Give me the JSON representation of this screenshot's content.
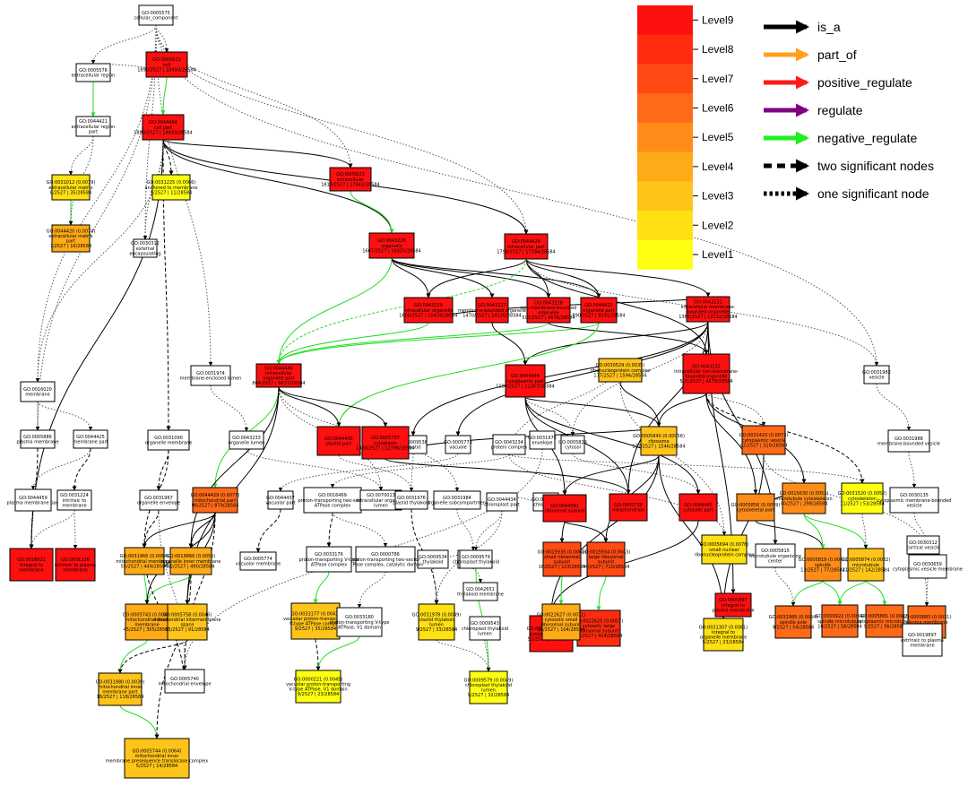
{
  "levels": {
    "labels": [
      "Level9",
      "Level8",
      "Level7",
      "Level6",
      "Level5",
      "Level4",
      "Level3",
      "Level2",
      "Level1"
    ],
    "colors": [
      "#ff1010",
      "#ff2c10",
      "#ff4a14",
      "#ff6a18",
      "#ff8c18",
      "#ffab18",
      "#ffc41a",
      "#ffe012",
      "#ffff12"
    ]
  },
  "edge_legend": [
    {
      "label": "is_a",
      "color": "#000000",
      "style": "solid"
    },
    {
      "label": "part_of",
      "color": "#ffa020",
      "style": "solid"
    },
    {
      "label": "positive_regulate",
      "color": "#ff1a1a",
      "style": "solid"
    },
    {
      "label": "regulate",
      "color": "#800080",
      "style": "solid"
    },
    {
      "label": "negative_regulate",
      "color": "#22ee22",
      "style": "solid"
    },
    {
      "label": "two significant nodes",
      "color": "#000000",
      "style": "dashed"
    },
    {
      "label": "one significant node",
      "color": "#000000",
      "style": "dotted"
    }
  ],
  "nodes": [
    {
      "id": "root",
      "lines": [
        "GO:0005575",
        "cellular_component"
      ],
      "level": 0
    },
    {
      "id": "n1",
      "lines": [
        "GO:0005576",
        "extracellular region"
      ],
      "level": 0
    },
    {
      "id": "n2",
      "lines": [
        "GO:0044421",
        "extracellular region",
        "part"
      ],
      "level": 0
    },
    {
      "id": "n3",
      "lines": [
        "GO:0031012 (0.0079)",
        "extracellular matrix",
        "8/2527 | 35/28584"
      ],
      "level": 2
    },
    {
      "id": "n4",
      "lines": [
        "GO:0044420 (0.0074)",
        "extracellular matrix",
        "part",
        "7/2527 | 16/28584"
      ],
      "level": 4
    },
    {
      "id": "c1",
      "lines": [
        "GO:0005623",
        "cell",
        "1890/2527 | 18493/28584"
      ],
      "level": 9
    },
    {
      "id": "c2",
      "lines": [
        "GO:0044464",
        "cell part",
        "1890/2527 | 18493/28584"
      ],
      "level": 9
    },
    {
      "id": "n7",
      "lines": [
        "GO:0031225 (0.0066)",
        "anchored to membrane",
        "5/2527 | 11/28584"
      ],
      "level": 1
    },
    {
      "id": "n8",
      "lines": [
        "GO:0030312",
        "external",
        "encapsulating"
      ],
      "level": 0
    },
    {
      "id": "n9",
      "lines": [
        "GO:0016020",
        "membrane"
      ],
      "level": 0
    },
    {
      "id": "n10",
      "lines": [
        "GO:0031974",
        "membrane-enclosed lumen"
      ],
      "level": 0
    },
    {
      "id": "n11",
      "lines": [
        "GO:0005886",
        "plasma membrane"
      ],
      "level": 0
    },
    {
      "id": "n12",
      "lines": [
        "GO:0044425",
        "membrane part"
      ],
      "level": 0
    },
    {
      "id": "n13",
      "lines": [
        "GO:0031090",
        "organelle membrane"
      ],
      "level": 0
    },
    {
      "id": "n14",
      "lines": [
        "GO:0043233",
        "organelle lumen"
      ],
      "level": 0
    },
    {
      "id": "n15",
      "lines": [
        "GO:0044459",
        "plasma membrane part"
      ],
      "level": 0
    },
    {
      "id": "n16",
      "lines": [
        "GO:0031224",
        "intrinsic to",
        "membrane"
      ],
      "level": 0
    },
    {
      "id": "n17",
      "lines": [
        "GO:0031967",
        "organelle envelope"
      ],
      "level": 0
    },
    {
      "id": "n18",
      "lines": [
        "GO:0005622",
        "intracellular",
        "1813/2527 | 17443/28584"
      ],
      "level": 9
    },
    {
      "id": "n19",
      "lines": [
        "GO:0043226",
        "organelle",
        "1667/2527 | 16025/28584"
      ],
      "level": 9
    },
    {
      "id": "n20",
      "lines": [
        "GO:0044424",
        "intracellular part",
        "1799/2527 | 17294/28584"
      ],
      "level": 9
    },
    {
      "id": "n21",
      "lines": [
        "GO:0043229",
        "intracellular organelle",
        "1600/2527 | 15434/28584"
      ],
      "level": 9
    },
    {
      "id": "n22",
      "lines": [
        "GO:0043227",
        "membrane-bounded organelle",
        "1470/2527 | 14126/28584"
      ],
      "level": 9
    },
    {
      "id": "n23",
      "lines": [
        "GO:0043228",
        "non-membrane-bounded",
        "organelle",
        "501/2527 | 4578/28584"
      ],
      "level": 9
    },
    {
      "id": "n24",
      "lines": [
        "GO:0044422",
        "organelle part",
        "890/2527 | 8291/28584"
      ],
      "level": 9
    },
    {
      "id": "n25",
      "lines": [
        "GO:0030529 (0.0035)",
        "ribonucleoprotein complex",
        "177/2527 | 1594/28584"
      ],
      "level": 3
    },
    {
      "id": "n26",
      "lines": [
        "GO:0043231",
        "intracellular membrane-",
        "bounded organelle",
        "1365/2527 | 13132/28584"
      ],
      "level": 9
    },
    {
      "id": "n27",
      "lines": [
        "GO:0043232",
        "intracellular non-membrane-",
        "bounded organelle",
        "501/2527 | 4578/28584"
      ],
      "level": 9
    },
    {
      "id": "n28",
      "lines": [
        "GO:0031982",
        "vesicle"
      ],
      "level": 0
    },
    {
      "id": "n29",
      "lines": [
        "GO:0044446",
        "intracellular",
        "organelle part",
        "864/2527 | 8037/28584"
      ],
      "level": 9
    },
    {
      "id": "n30",
      "lines": [
        "GO:0044435",
        "plastid part"
      ],
      "level": 9
    },
    {
      "id": "n31",
      "lines": [
        "GO:0009536",
        "plastid"
      ],
      "level": 0
    },
    {
      "id": "n32",
      "lines": [
        "GO:0005773",
        "vacuole"
      ],
      "level": 0
    },
    {
      "id": "n33",
      "lines": [
        "GO:0043234",
        "protein complex"
      ],
      "level": 0
    },
    {
      "id": "n34",
      "lines": [
        "GO:0005737",
        "cytoplasm",
        "1338/2527 | 12798/28584"
      ],
      "level": 9
    },
    {
      "id": "n35",
      "lines": [
        "GO:0005829",
        "cytosol"
      ],
      "level": 0
    },
    {
      "id": "n36",
      "lines": [
        "GO:0005840 (0.00056)",
        "ribosome",
        "177/2527 | 1546/28584"
      ],
      "level": 3
    },
    {
      "id": "n37",
      "lines": [
        "GO:0044444",
        "cytoplasmic part",
        "1190/2527 | 11267/28584"
      ],
      "level": 9
    },
    {
      "id": "n38",
      "lines": [
        "GO:0031410 (0.0073)",
        "cytoplasmic vesicle",
        "42/2527 | 310/28584"
      ],
      "level": 6
    },
    {
      "id": "n39",
      "lines": [
        "GO:0031988",
        "membrane-bounded vesicle"
      ],
      "level": 0
    },
    {
      "id": "n40",
      "lines": [
        "GO:0031975",
        "envelope"
      ],
      "level": 0
    },
    {
      "id": "n41",
      "lines": [
        "GO:0044429 (0.0077)",
        "mitochondrial part",
        "96/2527 | 879/28584"
      ],
      "level": 6
    },
    {
      "id": "n42",
      "lines": [
        "GO:0044437",
        "vacuolar part"
      ],
      "level": 0
    },
    {
      "id": "n43",
      "lines": [
        "GO:0016469",
        "proton-transporting two-sector",
        "ATPase complex"
      ],
      "level": 0
    },
    {
      "id": "n44",
      "lines": [
        "GO:0070013",
        "intracellular organelle",
        "lumen"
      ],
      "level": 0
    },
    {
      "id": "n45",
      "lines": [
        "GO:0031976",
        "plastid thylakoid"
      ],
      "level": 0
    },
    {
      "id": "n46",
      "lines": [
        "GO:0031984",
        "organelle subcompartment"
      ],
      "level": 0
    },
    {
      "id": "n47",
      "lines": [
        "GO:0044434",
        "chloroplast part"
      ],
      "level": 0
    },
    {
      "id": "n48",
      "lines": [
        "GO:0009507",
        "chloroplast"
      ],
      "level": 0
    },
    {
      "id": "n49",
      "lines": [
        "GO:0044391",
        "ribosomal subunit"
      ],
      "level": 9
    },
    {
      "id": "n50",
      "lines": [
        "GO:0005739",
        "mitochondrion"
      ],
      "level": 9
    },
    {
      "id": "n51",
      "lines": [
        "GO:0044445",
        "cytosolic part"
      ],
      "level": 9
    },
    {
      "id": "n52",
      "lines": [
        "GO:0005856 (0.0059)",
        "cytoskeletal part"
      ],
      "level": 5
    },
    {
      "id": "n53",
      "lines": [
        "GO:0015630 (0.0053)",
        "microtubule cytoskeleton",
        "40/2527 | 298/28584"
      ],
      "level": 5
    },
    {
      "id": "n54",
      "lines": [
        "GO:0031520 (0.0052)",
        "cytoskeleton",
        "11/2527 | 53/28584"
      ],
      "level": 1
    },
    {
      "id": "n55",
      "lines": [
        "GO:0030135",
        "cytoplasmic membrane-bounded",
        "vesicle"
      ],
      "level": 0
    },
    {
      "id": "n56",
      "lines": [
        "GO:0031966 (0.0064)",
        "mitochondrial membrane",
        "55/2527 | 449/28584"
      ],
      "level": 4
    },
    {
      "id": "n57",
      "lines": [
        "GO:0019866 (0.0055)",
        "organelle inner membrane",
        "62/2527 | 490/28584"
      ],
      "level": 4
    },
    {
      "id": "n58",
      "lines": [
        "GO:0009534",
        "thylakoid"
      ],
      "level": 0
    },
    {
      "id": "n59",
      "lines": [
        "GO:0044436",
        "thylakoid part"
      ],
      "level": 0
    },
    {
      "id": "n60",
      "lines": [
        "GO:0000786",
        "proton-transporting two-sector",
        "ATPase complex, catalytic domain"
      ],
      "level": 0
    },
    {
      "id": "n61",
      "lines": [
        "GO:0033176",
        "proton-transporting V-type",
        "ATPase complex"
      ],
      "level": 0
    },
    {
      "id": "n62",
      "lines": [
        "GO:0005774",
        "vacuolar membrane"
      ],
      "level": 0
    },
    {
      "id": "n63",
      "lines": [
        "GO:0042651",
        "thylakoid membrane"
      ],
      "level": 0
    },
    {
      "id": "n64",
      "lines": [
        "GO:0009579",
        "chloroplast thylakoid"
      ],
      "level": 0
    },
    {
      "id": "n65",
      "lines": [
        "GO:0015934 (0.0043)",
        "large ribosomal",
        "subunit",
        "74/2527 | 710/28584"
      ],
      "level": 7
    },
    {
      "id": "n66",
      "lines": [
        "GO:0015935 (0.0062)",
        "small ribosomal",
        "subunit",
        "16/2527 | 123/28584"
      ],
      "level": 7
    },
    {
      "id": "n67",
      "lines": [
        "GO:0022626 (0.0048)",
        "cytosolic ribosome",
        "91/2527 | 716/28584"
      ],
      "level": 9
    },
    {
      "id": "n68",
      "lines": [
        "GO:0005694 (0.0076)",
        "small nuclear",
        "ribonucleoprotein complex"
      ],
      "level": 2
    },
    {
      "id": "n69",
      "lines": [
        "GO:0005815",
        "microtubule organizing",
        "center"
      ],
      "level": 0
    },
    {
      "id": "n70",
      "lines": [
        "GO:0005819 (0.0041)",
        "spindle",
        "13/2527 | 77/28584"
      ],
      "level": 5
    },
    {
      "id": "n71",
      "lines": [
        "GO:0005874 (0.0032)",
        "microtubule",
        "21/2527 | 142/28584"
      ],
      "level": 3
    },
    {
      "id": "n72",
      "lines": [
        "GO:0030659",
        "cytoplasmic vesicle membrane"
      ],
      "level": 0
    },
    {
      "id": "n73",
      "lines": [
        "GO:0005743 (0.0048)",
        "mitochondrial inner",
        "membrane",
        "45/2527 | 355/28584"
      ],
      "level": 4
    },
    {
      "id": "n74",
      "lines": [
        "GO:0005758 (0.0046)",
        "mitochondrial intermembrane",
        "space",
        "15/2527 | 91/28584"
      ],
      "level": 3
    },
    {
      "id": "n75",
      "lines": [
        "GO:0033177 (0.0043)",
        "vacuolar proton-transporting",
        "V-type ATPase complex",
        "9/2527 | 35/28584"
      ],
      "level": 3
    },
    {
      "id": "n76",
      "lines": [
        "GO:0033180",
        "proton-transporting V-type",
        "ATPase, V1 domain"
      ],
      "level": 0
    },
    {
      "id": "n77",
      "lines": [
        "GO:0031978 (0.0049)",
        "plastid thylakoid",
        "lumen",
        "9/2527 | 33/28584"
      ],
      "level": 2
    },
    {
      "id": "n78",
      "lines": [
        "GO:0009543",
        "chloroplast thylakoid",
        "lumen"
      ],
      "level": 0
    },
    {
      "id": "n79",
      "lines": [
        "GO:0022625 (0.0057)",
        "cytosolic large",
        "ribosomal subunit",
        "56/2527 | 414/28584"
      ],
      "level": 8
    },
    {
      "id": "n80",
      "lines": [
        "GO:0022627 (0.0071)",
        "cytosolic small",
        "ribosomal subunit",
        "16/2527 | 104/28584"
      ],
      "level": 4
    },
    {
      "id": "n81",
      "lines": [
        "GO:0031985 (0.0064)",
        "spindle pole",
        "9/2527 | 54/28584"
      ],
      "level": 6
    },
    {
      "id": "n82",
      "lines": [
        "GO:0000922 (0.0034)",
        "spindle microtubule",
        "10/2527 | 58/28584"
      ],
      "level": 6
    },
    {
      "id": "n83",
      "lines": [
        "GO:0005881 (0.0067)",
        "cytoplasmic microtubule",
        "9/2527 | 56/28584"
      ],
      "level": 6
    },
    {
      "id": "n84",
      "lines": [
        "GO:0005883 (0.0031)",
        "plasma membrane",
        "neurofilament"
      ],
      "level": 6
    },
    {
      "id": "n85",
      "lines": [
        "GO:0030312",
        "cortical vesicle"
      ],
      "level": 0
    },
    {
      "id": "n86",
      "lines": [
        "GO:0005740",
        "mitochondrial envelope"
      ],
      "level": 0
    },
    {
      "id": "n87",
      "lines": [
        "GO:0031980 (0.0039)",
        "mitochondrial inner",
        "membrane part",
        "18/2527 | 118/28584"
      ],
      "level": 3
    },
    {
      "id": "n88",
      "lines": [
        "GO:0000221 (0.0049)",
        "vacuolar proton-transporting",
        "V-type ATPase, V1 domain",
        "9/2527 | 23/28584"
      ],
      "level": 1
    },
    {
      "id": "n89",
      "lines": [
        "GO:0009579 (0.0049)",
        "chloroplast thylakoid",
        "lumen",
        "9/2527 | 32/28584"
      ],
      "level": 1
    },
    {
      "id": "n90",
      "lines": [
        "GO:0016021",
        "integral to",
        "membrane"
      ],
      "level": 9
    },
    {
      "id": "n91",
      "lines": [
        "GO:0031226",
        "intrinsic to plasma",
        "membrane"
      ],
      "level": 9
    },
    {
      "id": "n92",
      "lines": [
        "GO:0005887",
        "integral to",
        "plasma membrane"
      ],
      "level": 9
    },
    {
      "id": "n93",
      "lines": [
        "GO:0031307 (0.0061)",
        "integral to",
        "organelle membrane",
        "5/2527 | 23/28584"
      ],
      "level": 2
    },
    {
      "id": "n94",
      "lines": [
        "GO:0019897",
        "extrinsic to plasma",
        "membrane"
      ],
      "level": 0
    },
    {
      "id": "n95",
      "lines": [
        "GO:0005744 (0.0064)",
        "mitochondrial inner",
        "membrane presequence translocase complex",
        "5/2527 | 14/28584"
      ],
      "level": 3
    }
  ]
}
